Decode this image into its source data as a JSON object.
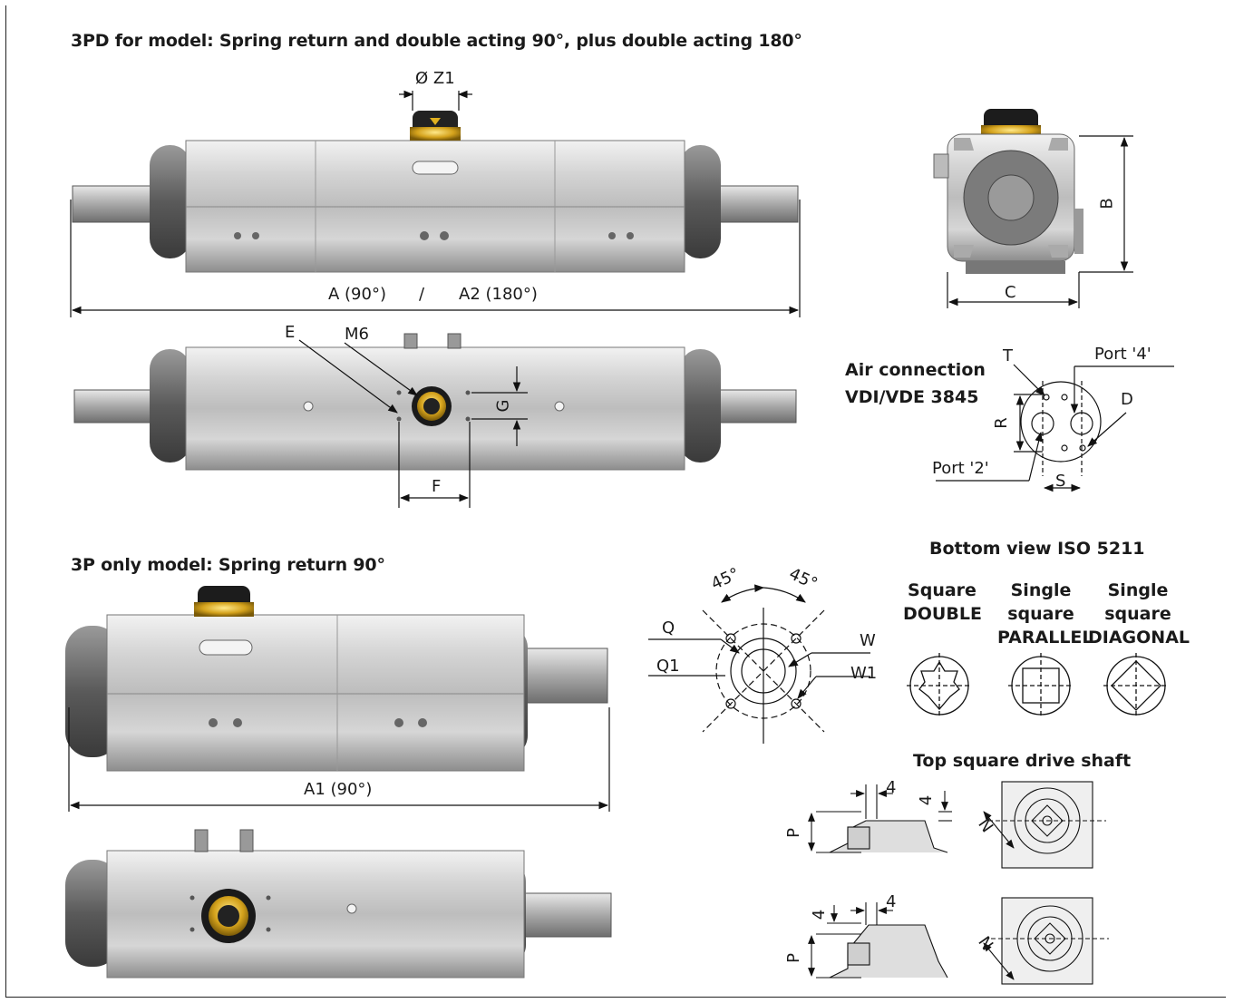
{
  "headings": {
    "section_3pd": "3PD for model: Spring return and double acting 90°, plus double acting 180°",
    "section_3p": "3P only model: Spring return  90°",
    "air_connection_line1": "Air connection",
    "air_connection_line2": "VDI/VDE 3845",
    "bottom_view": "Bottom view ISO 5211",
    "top_square": "Top square drive shaft"
  },
  "dimensions": {
    "z1": "Ø Z1",
    "a_a2_left": "A (90°)",
    "a_a2_sep": "/",
    "a_a2_right": "A2 (180°)",
    "a1": "A1 (90°)",
    "b": "B",
    "c": "C",
    "e": "E",
    "m6": "M6",
    "g": "G",
    "f": "F",
    "t": "T",
    "port4": "Port '4'",
    "port2": "Port '2'",
    "r": "R",
    "s": "S",
    "d": "D",
    "angle1": "45°",
    "angle2": "45°",
    "q": "Q",
    "q1": "Q1",
    "w": "W",
    "w1": "W1",
    "four_a": "4",
    "four_b": "4",
    "four_c": "4",
    "four_d": "4",
    "p_a": "P",
    "p_b": "P",
    "n_a": "N",
    "n_b": "N"
  },
  "shaft_types": [
    {
      "line1": "Square",
      "line2": "DOUBLE",
      "line3": ""
    },
    {
      "line1": "Single",
      "line2": "square",
      "line3": "PARALLEL"
    },
    {
      "line1": "Single",
      "line2": "square",
      "line3": "DIAGONAL"
    }
  ]
}
